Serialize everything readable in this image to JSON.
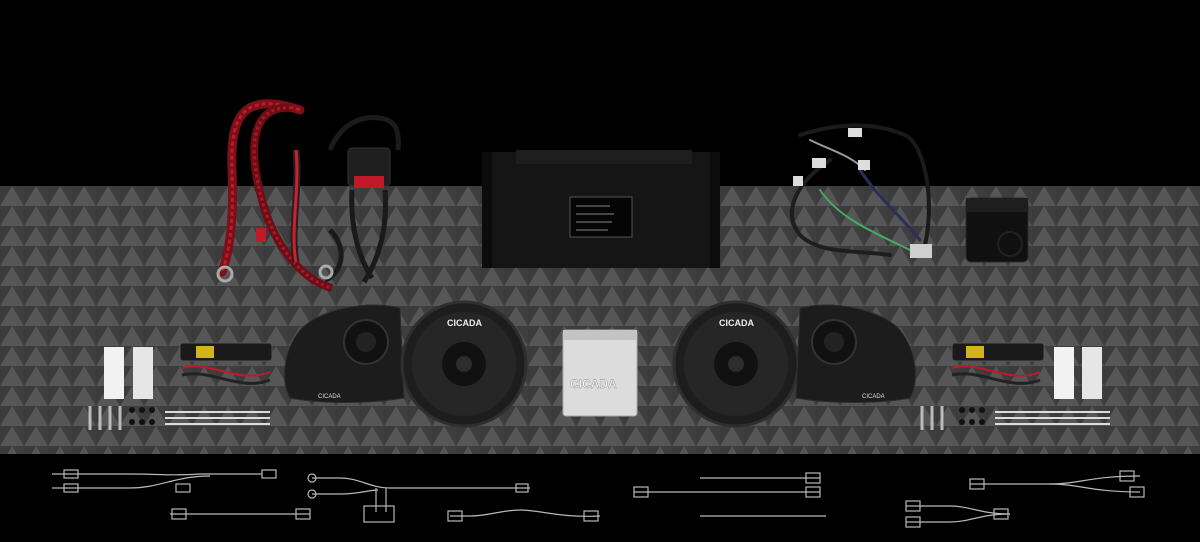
{
  "products": {
    "brand_text": "CICADA",
    "speaker_grille_brand": "CICADA",
    "amplifier_brand": "CICADA"
  },
  "colors": {
    "background": "#000000",
    "pattern_band": "#4a4a4a",
    "cable_red": "#c0192a",
    "accent_yellow": "#d4b21c"
  }
}
